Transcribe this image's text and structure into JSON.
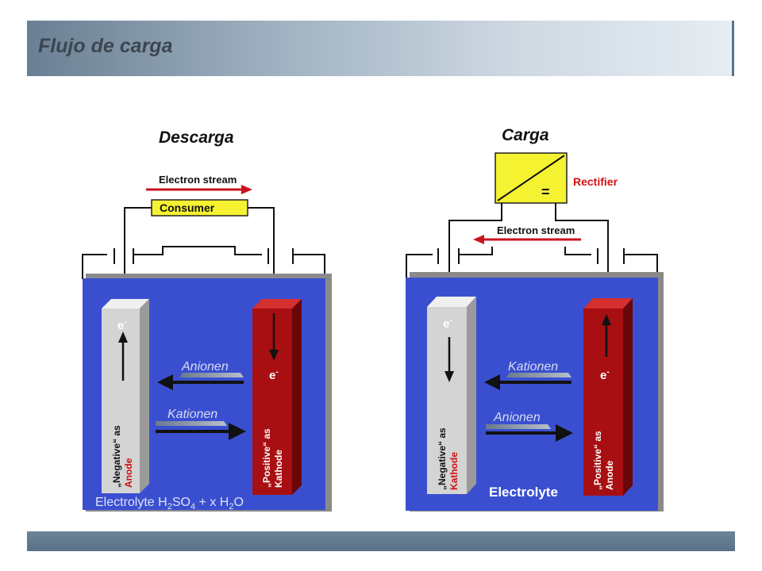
{
  "header": {
    "title": "Flujo de carga"
  },
  "discharge": {
    "title": "Descarga",
    "stream_label": "Electron stream",
    "consumer_label": "Consumer",
    "electron_left": "e",
    "electron_right": "e",
    "electron_sup": "-",
    "arrow_top_label": "Anionen",
    "arrow_bottom_label": "Kationen",
    "left_electrode_line1": "„Negative“ as",
    "left_electrode_line2": "Anode",
    "right_electrode_line1": "„Positive“ as",
    "right_electrode_line2": "Kathode",
    "electrolyte_text": "Electrolyte H",
    "electrolyte_sub1": "2",
    "electrolyte_mid": "SO",
    "electrolyte_sub2": "4",
    "electrolyte_mid2": " + x H",
    "electrolyte_sub3": "2",
    "electrolyte_end": "O"
  },
  "charge": {
    "title": "Carga",
    "rectifier_label": "Rectifier",
    "rectifier_symbol": "=",
    "stream_label": "Electron stream",
    "electron_left": "e",
    "electron_right": "e",
    "electron_sup": "-",
    "arrow_top_label": "Kationen",
    "arrow_bottom_label": "Anionen",
    "left_electrode_line1": "„Negative“ as",
    "left_electrode_line2": "Kathode",
    "right_electrode_line1": "„Positive“ as",
    "right_electrode_line2": "Anode",
    "electrolyte_text": "Electrolyte"
  },
  "colors": {
    "electrolyte": "#3a4fd0",
    "anode_grey": "#d4d4d4",
    "cathode_red": "#a80f12",
    "consumer_yellow": "#f5f232",
    "arrow_red": "#c8141e",
    "label_red": "#d01010"
  }
}
